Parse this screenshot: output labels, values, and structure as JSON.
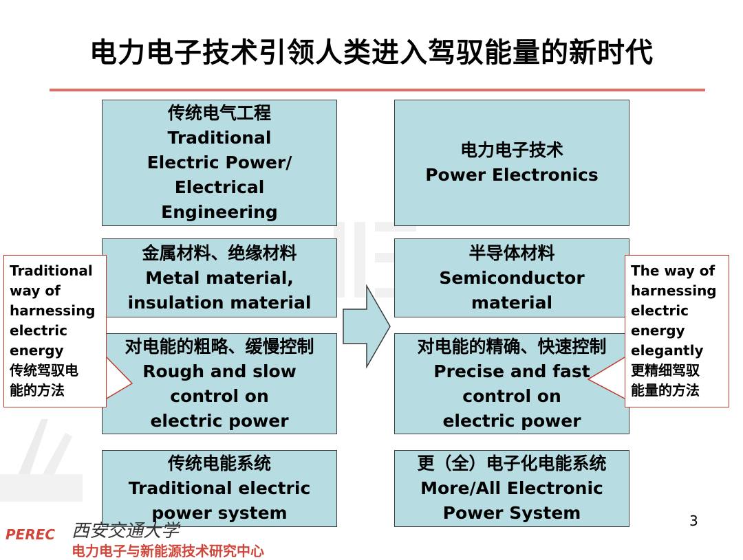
{
  "title": "电力电子技术引领人类进入驾驭能量的新时代",
  "left_column": [
    {
      "lines": [
        "传统电气工程",
        "Traditional",
        "Electric Power/",
        "Electrical",
        "Engineering"
      ]
    },
    {
      "lines": [
        "金属材料、绝缘材料",
        "Metal material,",
        "insulation material"
      ]
    },
    {
      "lines": [
        "对电能的粗略、缓慢控制",
        "Rough and slow",
        "control on",
        "electric power"
      ]
    },
    {
      "lines": [
        "传统电能系统",
        "Traditional electric",
        "power system"
      ]
    }
  ],
  "right_column": [
    {
      "lines": [
        "电力电子技术",
        "Power Electronics"
      ]
    },
    {
      "lines": [
        "半导体材料",
        "Semiconductor",
        "material"
      ]
    },
    {
      "lines": [
        "对电能的精确、快速控制",
        "Precise and fast",
        "control on",
        "electric power"
      ]
    },
    {
      "lines": [
        "更（全）电子化电能系统",
        "More/All Electronic",
        "Power System"
      ]
    }
  ],
  "left_note": {
    "lines": [
      "Traditional",
      "way of",
      "harnessing",
      "electric",
      "energy",
      "传统驾驭电",
      "能的方法"
    ]
  },
  "right_note": {
    "lines": [
      "The way of",
      "harnessing",
      "electric",
      "energy",
      "elegantly",
      "更精细驾驭",
      "能量的方法"
    ]
  },
  "footer": {
    "logo_text": "PEREC",
    "university": "西安交通大学",
    "center_name": "电力电子与新能源技术研究中心"
  },
  "page_number": "3",
  "colors": {
    "box_fill": "#b7dde3",
    "accent": "#e46b5e",
    "note_border": "#c0392b"
  }
}
